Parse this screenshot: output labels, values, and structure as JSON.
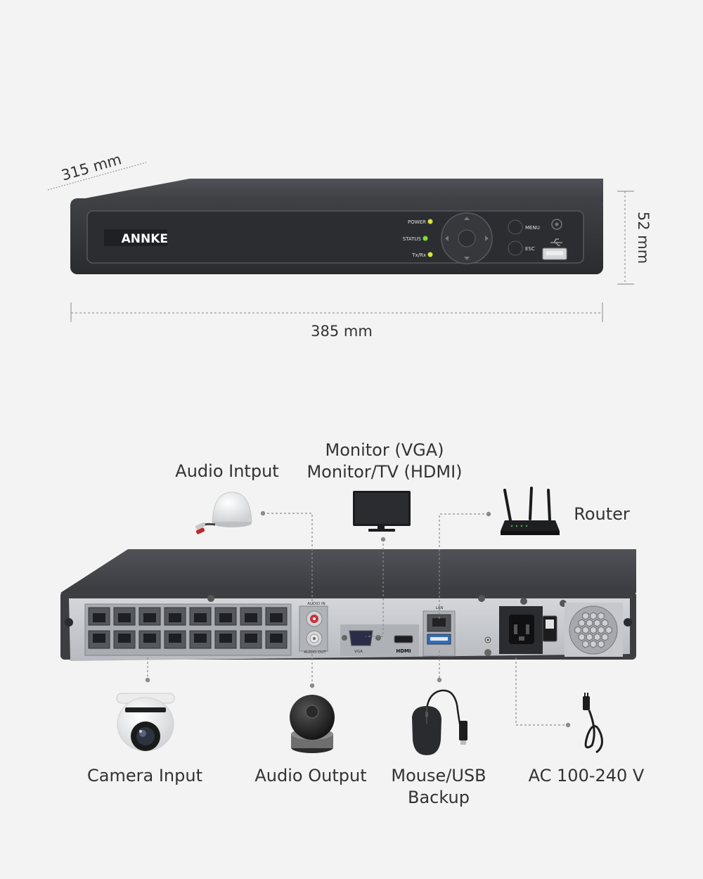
{
  "dimensions": {
    "depth": "315 mm",
    "width": "385 mm",
    "height": "52 mm"
  },
  "front_panel": {
    "brand": "ANNKE",
    "leds": [
      "POWER",
      "STATUS",
      "Tx/Rx"
    ],
    "buttons": [
      "MENU",
      "ESC"
    ]
  },
  "rear_panel": {
    "labels": [
      "AUDIO IN",
      "AUDIO OUT",
      "VGA",
      "HDMI",
      "LAN"
    ]
  },
  "callouts": {
    "audio_input": "Audio Intput",
    "monitor_line1": "Monitor (VGA)",
    "monitor_line2": "Monitor/TV (HDMI)",
    "router": "Router",
    "camera_input": "Camera Input",
    "audio_output": "Audio Output",
    "mouse_line1": "Mouse/USB",
    "mouse_line2": "Backup",
    "power": "AC 100-240 V"
  },
  "colors": {
    "background": "#f3f3f3",
    "device_body": "#3a3c40",
    "rear_plate": "#c9cbcf",
    "led_yellow": "#d8e23a",
    "led_green": "#7ddc3a",
    "leader_line": "#8a8a8a"
  }
}
